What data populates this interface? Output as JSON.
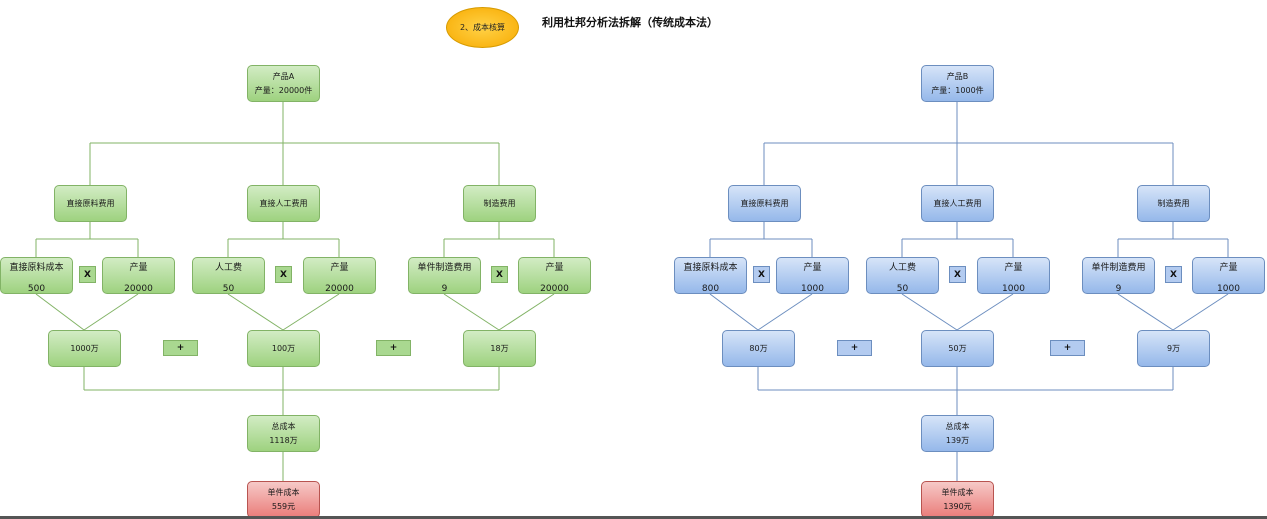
{
  "header": {
    "badge": "2、成本核算",
    "title": "利用杜邦分析法拆解（传统成本法）"
  },
  "diagrams": [
    {
      "product": {
        "name": "产品A",
        "output": "产量：20000件"
      },
      "categories": [
        "直接原料费用",
        "直接人工费用",
        "制造费用"
      ],
      "factors": [
        {
          "label": "直接原料成本",
          "value": "500"
        },
        {
          "label": "产量",
          "value": "20000"
        },
        {
          "label": "人工费",
          "value": "50"
        },
        {
          "label": "产量",
          "value": "20000"
        },
        {
          "label": "单件制造费用",
          "value": "9"
        },
        {
          "label": "产量",
          "value": "20000"
        }
      ],
      "multiply_op": "X",
      "plus_op": "+",
      "results": [
        "1000万",
        "100万",
        "18万"
      ],
      "total": {
        "label": "总成本",
        "value": "1118万"
      },
      "unit": {
        "label": "单件成本",
        "value": "559元"
      }
    },
    {
      "product": {
        "name": "产品B",
        "output": "产量：1000件"
      },
      "categories": [
        "直接原料费用",
        "直接人工费用",
        "制造费用"
      ],
      "factors": [
        {
          "label": "直接原料成本",
          "value": "800"
        },
        {
          "label": "产量",
          "value": "1000"
        },
        {
          "label": "人工费",
          "value": "50"
        },
        {
          "label": "产量",
          "value": "1000"
        },
        {
          "label": "单件制造费用",
          "value": "9"
        },
        {
          "label": "产量",
          "value": "1000"
        }
      ],
      "multiply_op": "X",
      "plus_op": "+",
      "results": [
        "80万",
        "50万",
        "9万"
      ],
      "total": {
        "label": "总成本",
        "value": "139万"
      },
      "unit": {
        "label": "单件成本",
        "value": "1390元"
      }
    }
  ],
  "colors": {
    "green_fill": "#a9d890",
    "green_stroke": "#82b366",
    "blue_fill": "#b3cbf0",
    "blue_stroke": "#6c8ebf",
    "red_fill": "#ea7d7a",
    "red_stroke": "#b85450",
    "badge_fill": "#f8aa00"
  }
}
